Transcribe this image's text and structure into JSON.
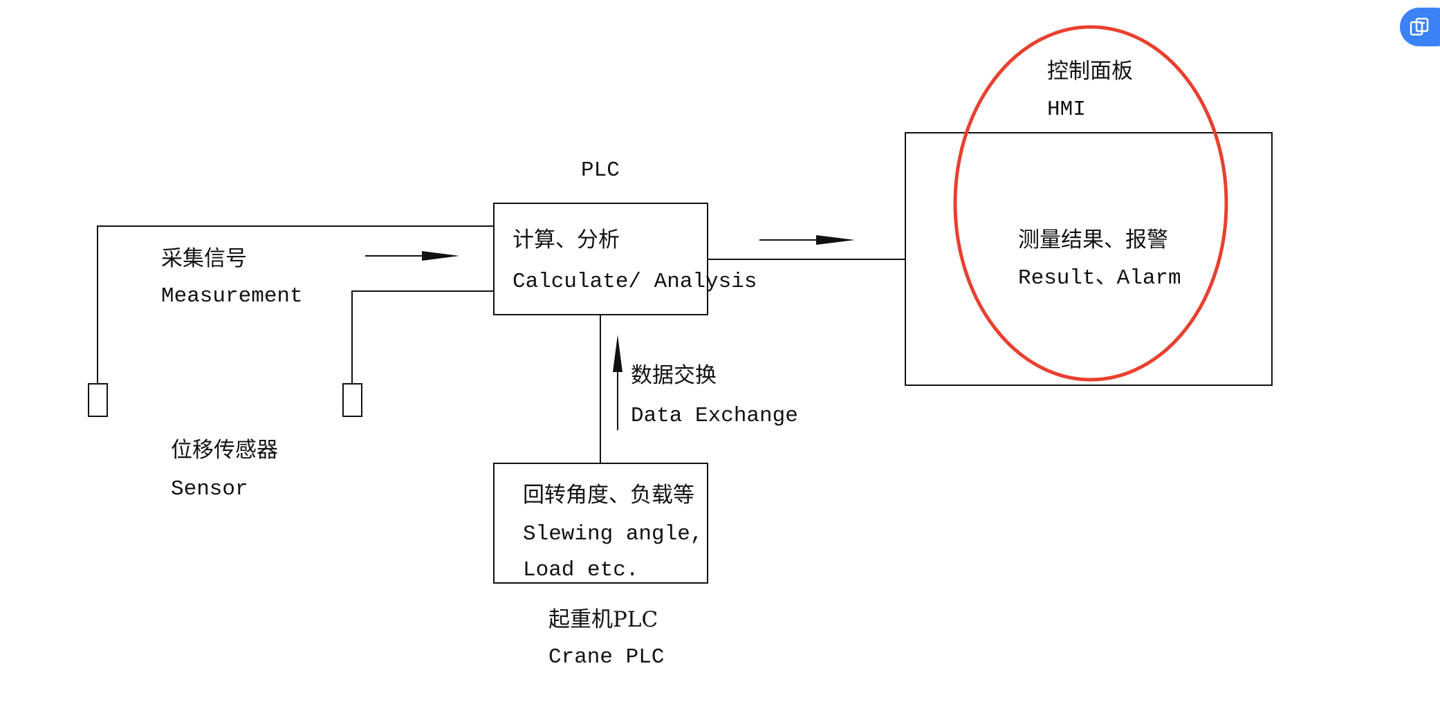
{
  "colors": {
    "ink": "#111111",
    "highlight": "#e8402f",
    "button": "#3b82f6",
    "background": "#ffffff"
  },
  "hmi": {
    "title_cn": "控制面板",
    "title_en": "HMI",
    "body_cn": "测量结果、报警",
    "body_en": "Result、Alarm"
  },
  "plc": {
    "title": "PLC",
    "body_cn": "计算、分析",
    "body_en": "Calculate/ Analysis"
  },
  "measurement": {
    "cn": "采集信号",
    "en": "Measurement"
  },
  "sensor": {
    "cn": "位移传感器",
    "en": "Sensor"
  },
  "data_exchange": {
    "cn": "数据交换",
    "en": "Data Exchange"
  },
  "crane_input": {
    "cn": "回转角度、负载等",
    "en_line1": "Slewing angle,",
    "en_line2": "Load etc."
  },
  "crane_plc": {
    "cn": "起重机PLC",
    "en": "Crane PLC"
  },
  "floating_button": {
    "icon": "copy-translate-icon"
  }
}
